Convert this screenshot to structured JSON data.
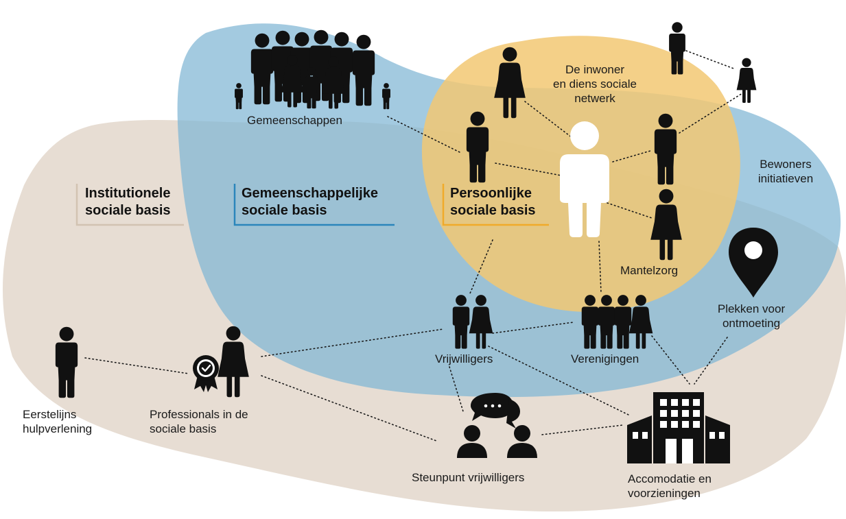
{
  "labels": {
    "gemeenschappen": "Gemeenschappen",
    "inwoner": [
      "De inwoner",
      "en diens sociale",
      "netwerk"
    ],
    "bewoners": [
      "Bewoners",
      "initiatieven"
    ],
    "mantelzorg": "Mantelzorg",
    "plekken": [
      "Plekken voor",
      "ontmoeting"
    ],
    "vrijwilligers": "Vrijwilligers",
    "verenigingen": "Verenigingen",
    "eerstelijns": [
      "Eerstelijns",
      "hulpverlening"
    ],
    "professionals": [
      "Professionals in de",
      "sociale basis"
    ],
    "steunpunt": "Steunpunt vrijwilligers",
    "accomodatie": [
      "Accomodatie en",
      "voorzieningen"
    ]
  },
  "basis": {
    "institutionele": [
      "Institutionele",
      "sociale basis"
    ],
    "gemeenschappelijke": [
      "Gemeenschappelijke",
      "sociale basis"
    ],
    "persoonlijke": [
      "Persoonlijke",
      "sociale basis"
    ]
  },
  "colors": {
    "institutionele": "#e7ddd3",
    "gemeenschappelijke": "#7fb6d4",
    "persoonlijke": "#f2c873",
    "institutionele_accent": "#d2c3b2",
    "gemeenschappelijke_accent": "#2a86bb",
    "persoonlijke_accent": "#f0aa2a",
    "icon": "#111111",
    "central_person": "#ffffff"
  },
  "icons": [
    "crowd-icon",
    "person-icon",
    "central-person-icon",
    "couple-icon",
    "group-icon",
    "award-badge-icon",
    "chat-people-icon",
    "building-icon",
    "location-pin-icon"
  ]
}
